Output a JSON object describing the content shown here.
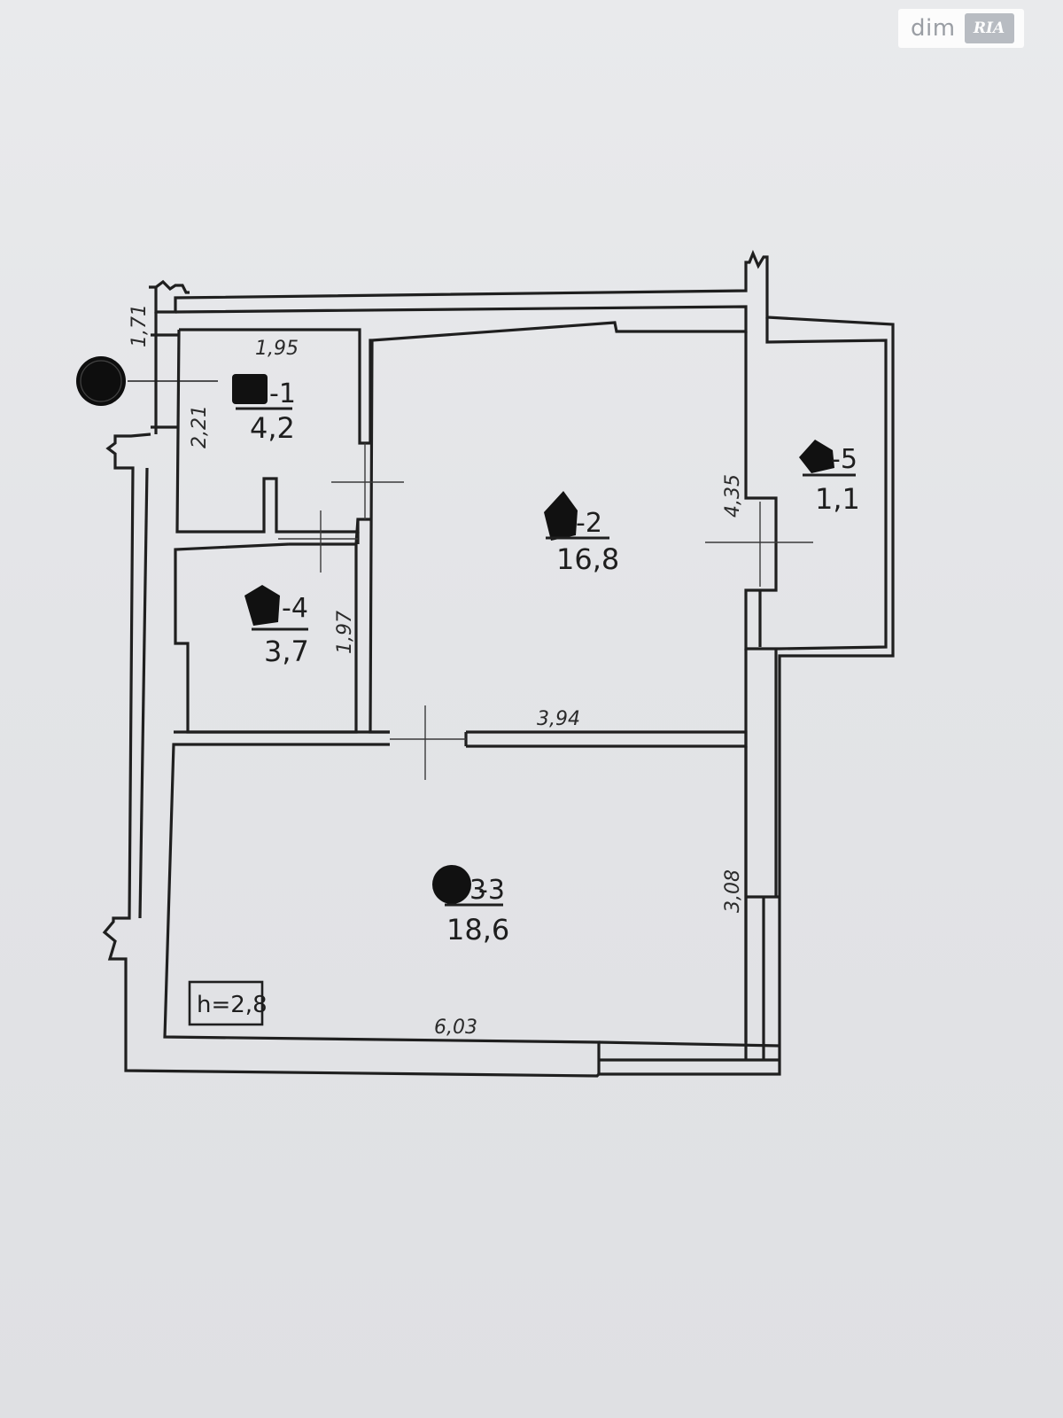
{
  "watermark": {
    "brand": "dim",
    "badge": "RIA"
  },
  "ceiling_height": "h=2,8",
  "rooms": [
    {
      "id": "room-1",
      "number": "-1",
      "area": "4,2"
    },
    {
      "id": "room-2",
      "number": "-2",
      "area": "16,8"
    },
    {
      "id": "room-3",
      "number": "3",
      "prefix": "3",
      "area": "18,6"
    },
    {
      "id": "room-4",
      "number": "-4",
      "area": "3,7"
    },
    {
      "id": "room-5",
      "number": "-5",
      "area": "1,1"
    }
  ],
  "dimensions": {
    "d171": "1,71",
    "d195": "1,95",
    "d221": "2,21",
    "d435": "4,35",
    "d197": "1,97",
    "d394": "3,94",
    "d308": "3,08",
    "d603": "6,03"
  },
  "colors": {
    "wall": "#1f1f1f",
    "paper": "#e4e5e8",
    "redaction": "#111111"
  }
}
